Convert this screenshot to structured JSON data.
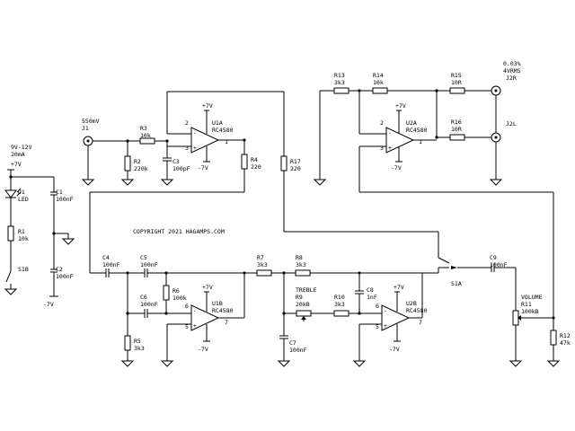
{
  "copyright": "COPYRIGHT 2021 HAGAMPS.COM",
  "supply": {
    "voltage": "9V-12V",
    "current": "20mA",
    "rail": "+7V",
    "neg_rail": "-7V"
  },
  "input": {
    "level": "550mV",
    "ref": "J1"
  },
  "output": {
    "level": "0.03%",
    "level2": "4VRMS",
    "right": "J2R",
    "left": "J2L"
  },
  "switches": {
    "s1a": "S1A",
    "s1b": "S1B"
  },
  "opamps": [
    {
      "ref": "U1A",
      "part": "RC4580"
    },
    {
      "ref": "U1B",
      "part": "RC4580"
    },
    {
      "ref": "U2A",
      "part": "RC4580"
    },
    {
      "ref": "U2B",
      "part": "RC4580"
    }
  ],
  "components": {
    "r1": {
      "ref": "R1",
      "value": "10k"
    },
    "r2": {
      "ref": "R2",
      "value": "220k"
    },
    "r3": {
      "ref": "R3",
      "value": "10k"
    },
    "r4": {
      "ref": "R4",
      "value": "220"
    },
    "r5": {
      "ref": "R5",
      "value": "3k3"
    },
    "r6": {
      "ref": "R6",
      "value": "100k"
    },
    "r7": {
      "ref": "R7",
      "value": "3k3"
    },
    "r8": {
      "ref": "R8",
      "value": "3k3"
    },
    "r9": {
      "label": "TREBLE",
      "ref": "R9",
      "value": "20kB"
    },
    "r10": {
      "ref": "R10",
      "value": "3k3"
    },
    "r11": {
      "label": "VOLUME",
      "ref": "R11",
      "value": "100kB"
    },
    "r12": {
      "ref": "R12",
      "value": "47k"
    },
    "r13": {
      "ref": "R13",
      "value": "3k3"
    },
    "r14": {
      "ref": "R14",
      "value": "10k"
    },
    "r15": {
      "ref": "R15",
      "value": "10R"
    },
    "r16": {
      "ref": "R16",
      "value": "10R"
    },
    "r17": {
      "ref": "R17",
      "value": "220"
    },
    "c1": {
      "ref": "C1",
      "value": "100nF"
    },
    "c2": {
      "ref": "C2",
      "value": "100nF"
    },
    "c3": {
      "ref": "C3",
      "value": "100pF"
    },
    "c4": {
      "ref": "C4",
      "value": "100nF"
    },
    "c5": {
      "ref": "C5",
      "value": "100nF"
    },
    "c6": {
      "ref": "C6",
      "value": "100nF"
    },
    "c7": {
      "ref": "C7",
      "value": "100nF"
    },
    "c8": {
      "ref": "C8",
      "value": "1nF"
    },
    "c9": {
      "ref": "C9",
      "value": "100nF"
    },
    "d1": {
      "ref": "D1",
      "value": "LED"
    }
  },
  "pins": {
    "inv": "2",
    "noninv": "3",
    "out": "1",
    "inv_b": "6",
    "noninv_b": "5",
    "out_b": "7",
    "minus": "-",
    "plus": "+"
  }
}
